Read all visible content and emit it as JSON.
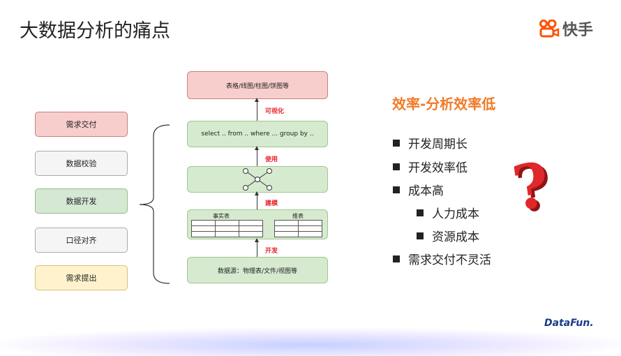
{
  "title": "大数据分析的痛点",
  "brand": "快手",
  "footer_brand": "DataFun.",
  "left_flow": [
    "需求交付",
    "数据校验",
    "数据开发",
    "口径对齐",
    "需求提出"
  ],
  "right_flow": {
    "top": "表格/线图/柱图/饼图等",
    "query": "select .. from .. where ... group by ..",
    "fact_table": "事实表",
    "dim_table": "维表",
    "source": "数据源：物理表/文件/视图等",
    "arrows": [
      "可视化",
      "使用",
      "建模",
      "开发"
    ]
  },
  "panel": {
    "heading": "效率-分析效率低",
    "bullets": [
      "开发周期长",
      "开发效率低",
      "成本高",
      "人力成本",
      "资源成本",
      "需求交付不灵活"
    ]
  },
  "colors": {
    "accent": "#f07b28",
    "red_box": "#f8cecc",
    "green_box": "#d5e8d4",
    "gray_box": "#f5f5f5",
    "yellow_box": "#fff2cc"
  }
}
